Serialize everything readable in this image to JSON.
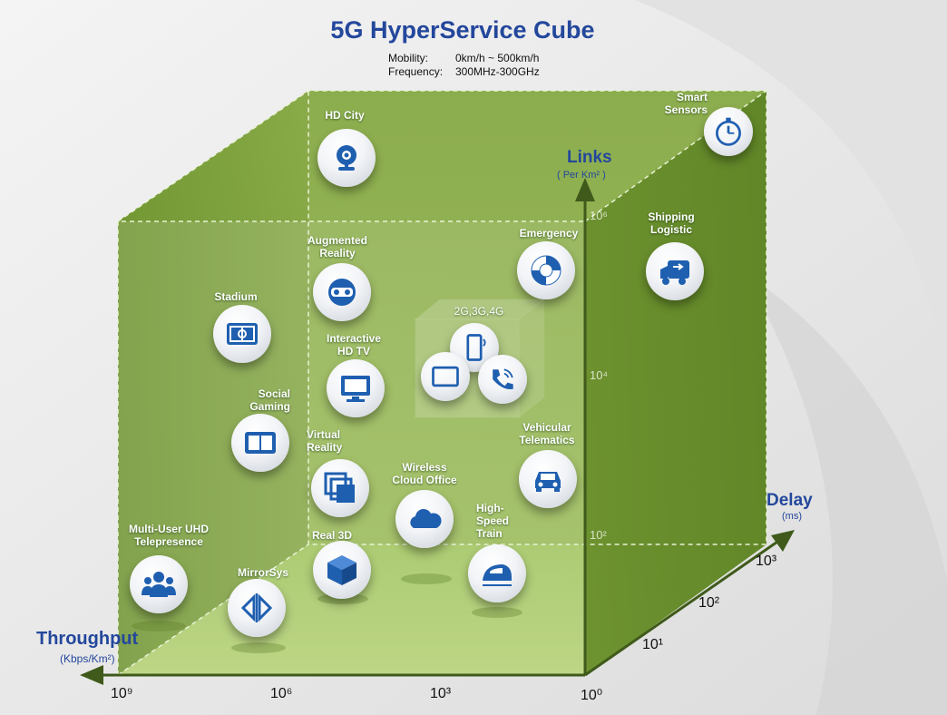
{
  "title": "5G HyperService Cube",
  "subtitle": [
    {
      "label": "Mobility:",
      "value": "0km/h ~ 500km/h"
    },
    {
      "label": "Frequency:",
      "value": "300MHz-300GHz"
    }
  ],
  "axes": {
    "throughput": {
      "label": "Throughput",
      "unit": "(Kbps/Km²)",
      "ticks": [
        "10⁹",
        "10⁶",
        "10³",
        "10⁰"
      ]
    },
    "links": {
      "label": "Links",
      "unit": "( Per Km² )",
      "ticks": [
        "10⁶",
        "10⁴",
        "10²"
      ]
    },
    "delay": {
      "label": "Delay",
      "unit": "(ms)",
      "ticks": [
        "10¹",
        "10²",
        "10³"
      ]
    }
  },
  "inner_box_label": "2G,3G,4G",
  "services": {
    "hd_city": "HD City",
    "smart_sensors": "Smart\nSensors",
    "shipping": "Shipping\nLogistic",
    "emergency": "Emergency",
    "ar": "Augmented\nReality",
    "stadium": "Stadium",
    "hdtv": "Interactive\nHD TV",
    "social": "Social\nGaming",
    "vr": "Virtual\nReality",
    "cloud": "Wireless\nCloud Office",
    "vehicular": "Vehicular\nTelematics",
    "train": "High-\nSpeed\nTrain",
    "real3d": "Real 3D",
    "mirrorsys": "MirrorSys",
    "telepresence": "Multi-User UHD\nTelepresence"
  },
  "colors": {
    "cube_green": "#7fa23a",
    "title_blue": "#23479c",
    "icon_blue": "#1f5fb0"
  }
}
